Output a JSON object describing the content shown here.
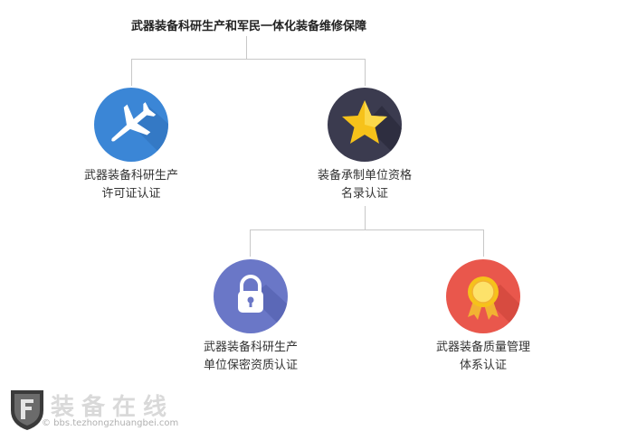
{
  "title": "武器装备科研生产和军民一体化装备维修保障",
  "nodes": [
    {
      "id": "license",
      "line1": "武器装备科研生产",
      "line2": "许可证认证",
      "icon": "airplane-icon",
      "color": "#3b86d6"
    },
    {
      "id": "qualification",
      "line1": "装备承制单位资格",
      "line2": "名录认证",
      "icon": "star-icon",
      "color": "#3b3b4f"
    },
    {
      "id": "secrecy",
      "line1": "武器装备科研生产",
      "line2": "单位保密资质认证",
      "icon": "lock-icon",
      "color": "#6a77c7"
    },
    {
      "id": "quality",
      "line1": "武器装备质量管理",
      "line2": "体系认证",
      "icon": "medal-icon",
      "color": "#e9574c"
    }
  ],
  "watermark": {
    "text": "装备在线",
    "url": "© bbs.tezhongzhuangbei.com"
  }
}
